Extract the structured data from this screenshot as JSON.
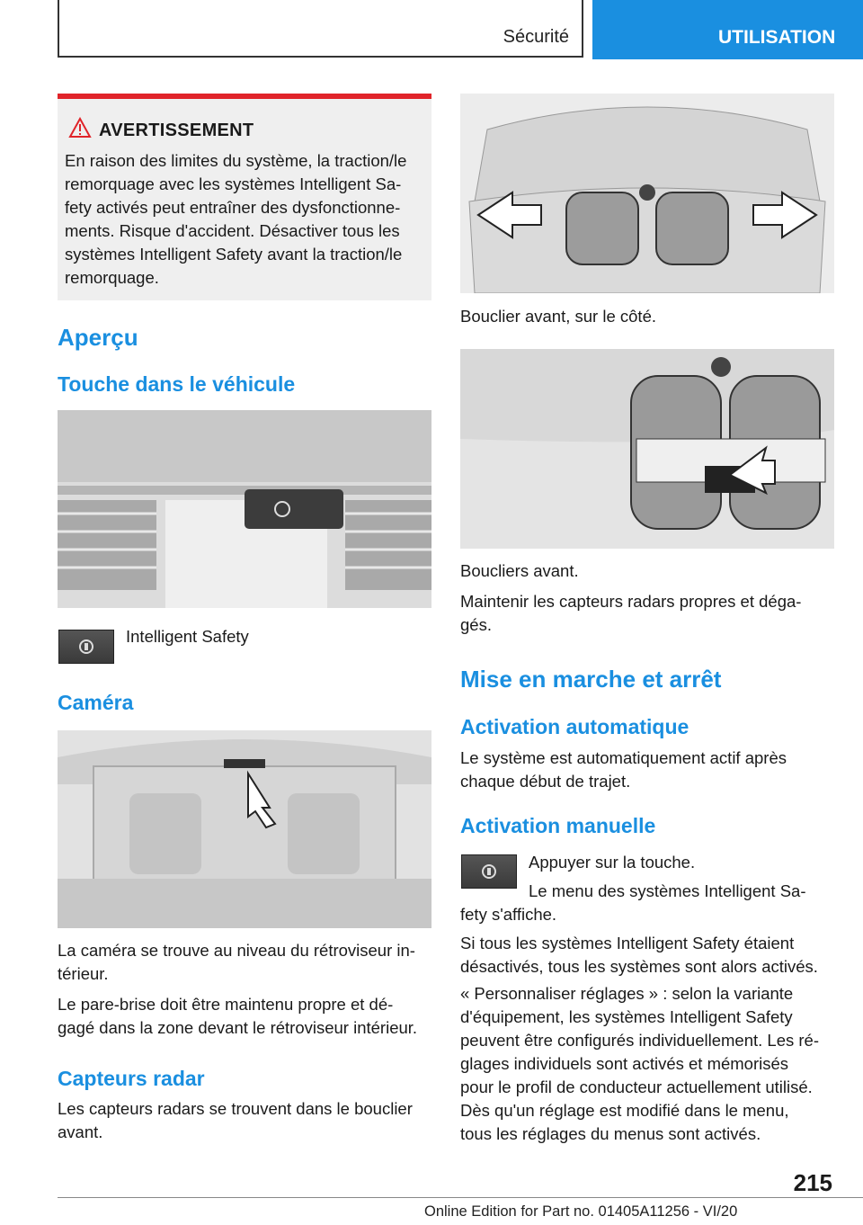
{
  "header": {
    "section": "Sécurité",
    "chapter": "UTILISATION"
  },
  "warning": {
    "title": "AVERTISSEMENT",
    "lines": [
      "En raison des limites du système, la traction/le",
      "remorquage avec les systèmes Intelligent Sa-",
      "fety activés peut entraîner des dysfonctionne-",
      "ments. Risque d'accident. Désactiver tous les",
      "systèmes Intelligent Safety avant la traction/le",
      "remorquage."
    ]
  },
  "apercu": {
    "heading": "Aperçu",
    "sub": "Touche dans le véhicule",
    "button_label": "Intelligent Safety"
  },
  "camera": {
    "heading": "Caméra",
    "p1": [
      "La caméra se trouve au niveau du rétroviseur in-",
      "térieur."
    ],
    "p2": [
      "Le pare-brise doit être maintenu propre et dé-",
      "gagé dans la zone devant le rétroviseur intérieur."
    ]
  },
  "radar": {
    "heading": "Capteurs radar",
    "p1": [
      "Les capteurs radars se trouvent dans le bouclier",
      "avant."
    ]
  },
  "right": {
    "caption1": "Bouclier avant, sur le côté.",
    "caption2": "Boucliers avant.",
    "caption3": [
      "Maintenir les capteurs radars propres et déga-",
      "gés."
    ],
    "mise_heading": "Mise en marche et arrêt",
    "auto_heading": "Activation automatique",
    "auto_text": [
      "Le système est automatiquement actif après",
      "chaque début de trajet."
    ],
    "manual_heading": "Activation manuelle",
    "manual_step1": "Appuyer sur la touche.",
    "manual_step2a": "Le menu des systèmes Intelligent Sa-",
    "manual_step2b": "fety s'affiche.",
    "p_si": [
      "Si tous les systèmes Intelligent Safety étaient",
      "désactivés, tous les systèmes sont alors activés."
    ],
    "p_perso": [
      "« Personnaliser réglages » : selon la variante",
      "d'équipement, les systèmes Intelligent Safety",
      "peuvent être configurés individuellement. Les ré-",
      "glages individuels sont activés et mémorisés",
      "pour le profil de conducteur actuellement utilisé.",
      "Dès qu'un réglage est modifié dans le menu,",
      "tous les réglages du menus sont activés."
    ]
  },
  "footer": {
    "page": "215",
    "edition": "Online Edition for Part no. 01405A11256 - VI/20"
  },
  "colors": {
    "accent": "#1a8fe0",
    "warning_bar": "#e0242a"
  }
}
